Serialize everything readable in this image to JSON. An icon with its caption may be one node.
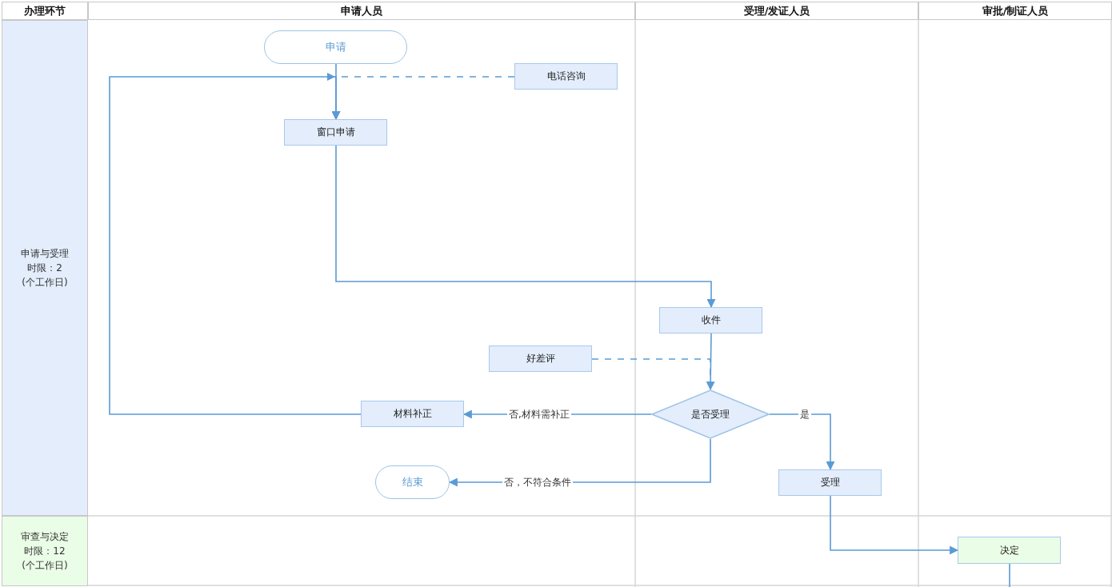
{
  "diagram": {
    "nodes": [
      {
        "text": [
          "申请"
        ]
      },
      {
        "text": [
          "电话咨询"
        ]
      },
      {
        "text": [
          "窗口申请"
        ]
      },
      {
        "text": [
          "收件"
        ]
      },
      {
        "text": [
          "好差评"
        ]
      },
      {
        "text": [
          "是否受理"
        ]
      },
      {
        "text": [
          "材料补正"
        ]
      },
      {
        "text": [
          "结束"
        ]
      },
      {
        "text": [
          "受理"
        ]
      },
      {
        "text": [
          "决定"
        ]
      }
    ],
    "edges": [
      {
        "from": 0,
        "to": 2,
        "arrow": "to"
      },
      {
        "from": 1,
        "to": 2,
        "arrow": "none",
        "style": "dashed"
      },
      {
        "from": 6,
        "to": 2,
        "arrow": "to"
      },
      {
        "from": 2,
        "to": 3,
        "arrow": "to"
      },
      {
        "from": 4,
        "to": 5,
        "arrow": "none",
        "style": "dashed"
      },
      {
        "from": 3,
        "to": 5,
        "arrow": "to"
      },
      {
        "from": 5,
        "to": 6,
        "arrow": "to",
        "label": "否,材料需补正"
      },
      {
        "from": 5,
        "to": 7,
        "arrow": "to",
        "label": "否，不符合条件"
      },
      {
        "from": 5,
        "to": 8,
        "arrow": "to",
        "label": "是"
      },
      {
        "from": 8,
        "to": 9,
        "arrow": "to"
      },
      {
        "from": 9,
        "to": null,
        "arrow": "none"
      }
    ],
    "labels": [
      "办理环节",
      "申请人员",
      "受理/发证人员",
      "审批/制证人员",
      "申请与受理时限：2(个工作日)",
      "审查与决定时限：12(个工作日)"
    ]
  }
}
